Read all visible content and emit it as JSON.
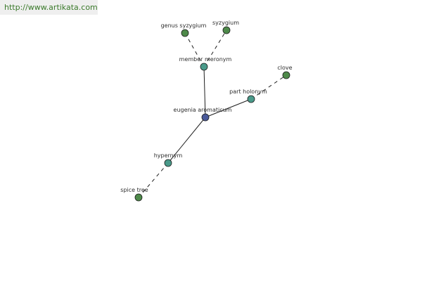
{
  "watermark": {
    "text": "http://www.artikata.com"
  },
  "colors": {
    "background": "#ffffff",
    "watermark_bg": "#efefef",
    "watermark_text": "#3a7a2a",
    "edge": "#1e1e1e",
    "label": "#2d2d2d",
    "center_node": "#4a5a9a",
    "relation_node": "#4a9a8a",
    "leaf_node": "#4e8a4a"
  },
  "graph": {
    "nodes": [
      {
        "id": "center",
        "label": "eugenia aromaticum",
        "kind": "center"
      },
      {
        "id": "member-meronym",
        "label": "member meronym",
        "kind": "relation"
      },
      {
        "id": "part-holonym",
        "label": "part holonym",
        "kind": "relation"
      },
      {
        "id": "hypernym",
        "label": "hypernym",
        "kind": "relation"
      },
      {
        "id": "genus-syzygium",
        "label": "genus syzygium",
        "kind": "leaf"
      },
      {
        "id": "syzygium",
        "label": "syzygium",
        "kind": "leaf"
      },
      {
        "id": "clove",
        "label": "clove",
        "kind": "leaf"
      },
      {
        "id": "spice-tree",
        "label": "spice tree",
        "kind": "leaf"
      }
    ],
    "edges": [
      {
        "from": "center",
        "to": "member-meronym",
        "style": "solid"
      },
      {
        "from": "center",
        "to": "part-holonym",
        "style": "solid"
      },
      {
        "from": "center",
        "to": "hypernym",
        "style": "solid"
      },
      {
        "from": "member-meronym",
        "to": "genus-syzygium",
        "style": "dashed"
      },
      {
        "from": "member-meronym",
        "to": "syzygium",
        "style": "dashed"
      },
      {
        "from": "part-holonym",
        "to": "clove",
        "style": "dashed"
      },
      {
        "from": "hypernym",
        "to": "spice-tree",
        "style": "dashed"
      }
    ]
  }
}
